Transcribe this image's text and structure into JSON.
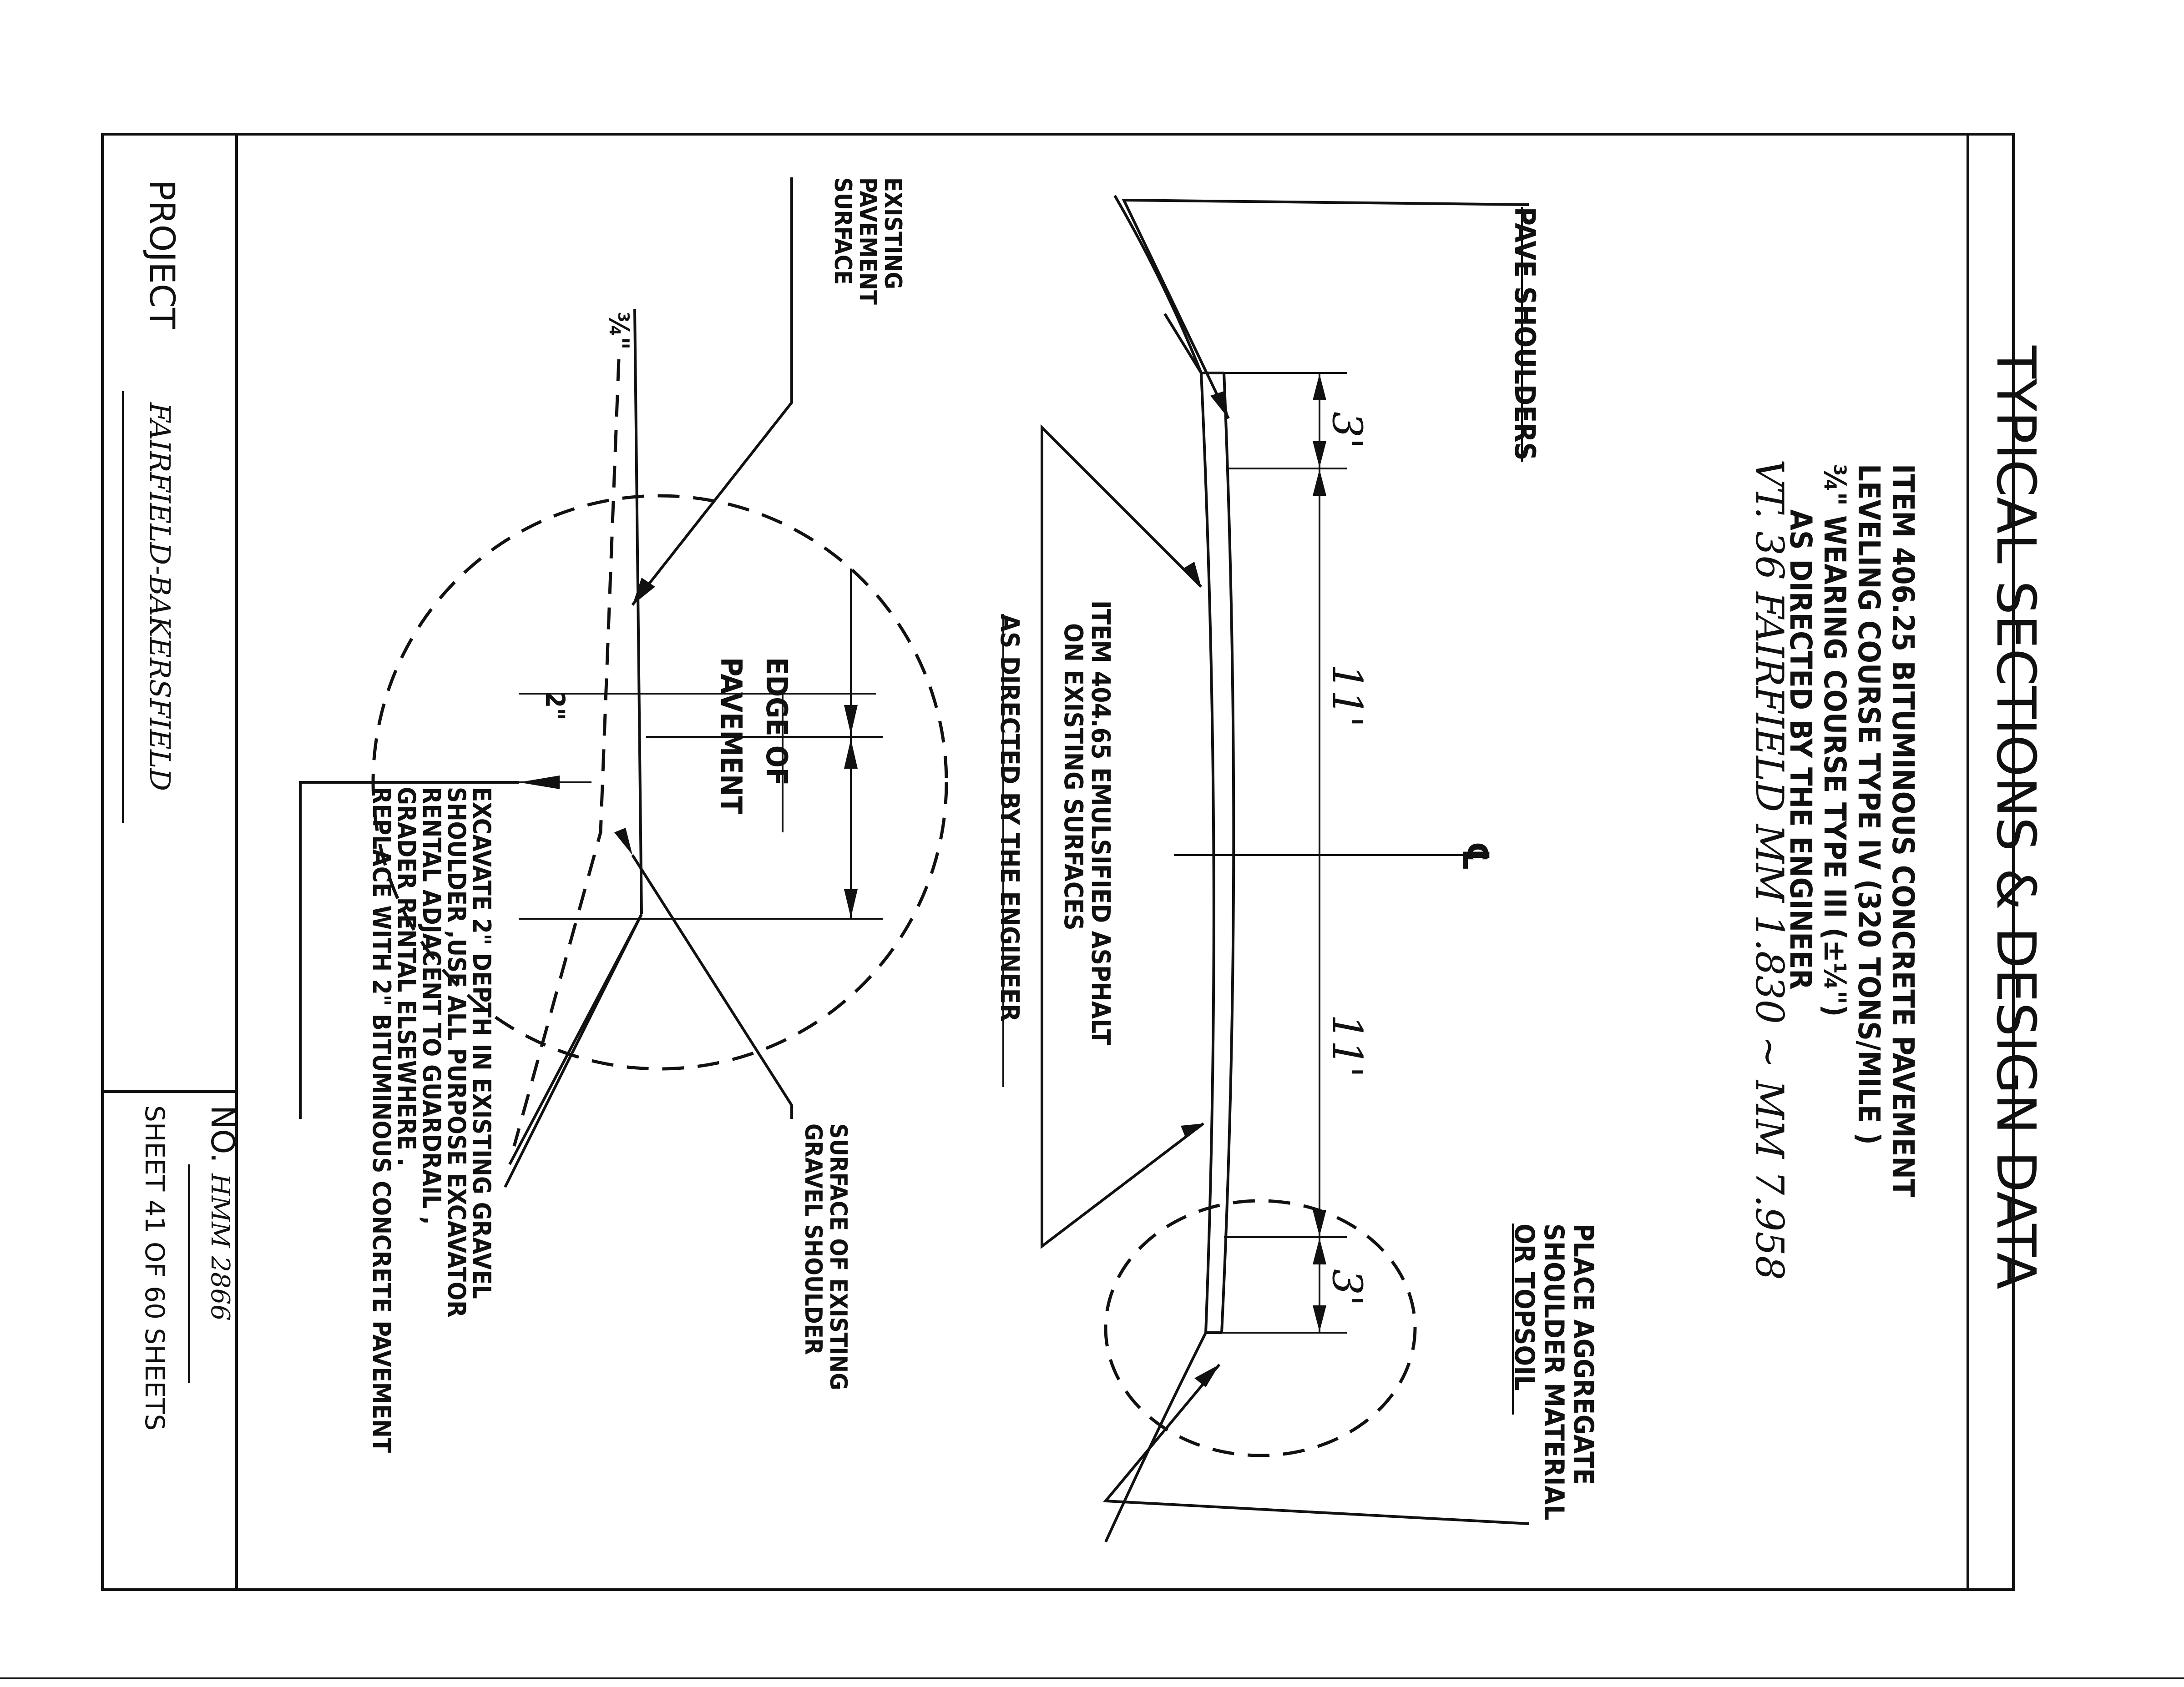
{
  "title": "TYPICAL SECTIONS & DESIGN DATA",
  "item_406": {
    "line1": "ITEM 406.25 BITUMINOUS CONCRETE PAVEMENT",
    "line2": "LEVELING COURSE TYPE IV (320 TONS/MILE )",
    "line3": "¾\" WEARING COURSE TYPE III (±¼\")",
    "line4": "AS DIRECTED BY THE ENGINEER"
  },
  "route": "VT. 36 FAIRFIELD MM 1.830 ~ MM 7.958",
  "pave_shoulders": "PAVE SHOULDERS",
  "place_aggregate": {
    "line1": "PLACE AGGREGATE",
    "line2": "SHOULDER MATERIAL",
    "line3": "OR TOPSOIL"
  },
  "item_404": {
    "line1": "ITEM 404.65 EMULSIFIED ASPHALT",
    "line2": "ON EXISTING SURFACES",
    "line3": "AS DIRECTED BY THE ENGINEER"
  },
  "dims": {
    "d1": "3'",
    "d2": "11'",
    "d3": "11'",
    "d4": "3'"
  },
  "centerline": "℄",
  "existing_pavement": {
    "line1": "EXISTING",
    "line2": "PAVEMENT",
    "line3": "SURFACE"
  },
  "thickness_top": "¾\"",
  "edge_of_pavement": {
    "line1": "EDGE OF",
    "line2": "PAVEMENT"
  },
  "two_inch": "2\"",
  "surface_gravel": {
    "line1": "SURFACE OF EXISTING",
    "line2": "GRAVEL SHOULDER"
  },
  "excavate": {
    "line1": "EXCAVATE 2\" DEPTH IN EXISTING GRAVEL",
    "line2": "SHOULDER ,USE ALL PURPOSE EXCAVATOR",
    "line3": "RENTAL ADJACENT TO GUARDRAIL ,",
    "line4": "GRADER RENTAL ELSEWHERE .",
    "line5": "REPLACE WITH 2\" BITUMINOUS CONCRETE PAVEMENT"
  },
  "project_label": "PROJECT",
  "project_name": "FAIRFIELD-BAKERSFIELD",
  "no_label": "NO.",
  "no_value": "HMM 2866",
  "sheet": "SHEET 41 OF 60 SHEETS"
}
